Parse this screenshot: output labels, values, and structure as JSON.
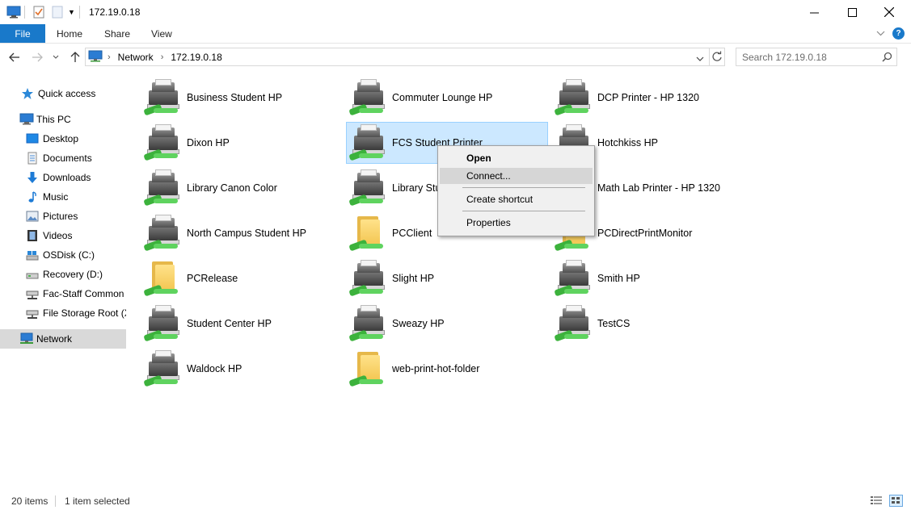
{
  "window": {
    "title": "172.19.0.18",
    "minimize_label": "—",
    "maximize_label": "☐",
    "close_label": "✕"
  },
  "ribbon": {
    "tabs": [
      "File",
      "Home",
      "Share",
      "View"
    ],
    "help_label": "?"
  },
  "address": {
    "crumbs": [
      "Network",
      "172.19.0.18"
    ],
    "search_placeholder": "Search 172.19.0.18"
  },
  "sidebar": {
    "items": [
      {
        "label": "Quick access",
        "icon": "star-icon"
      },
      {
        "label": "This PC",
        "icon": "computer-icon"
      },
      {
        "label": "Desktop",
        "icon": "desktop-icon"
      },
      {
        "label": "Documents",
        "icon": "documents-icon"
      },
      {
        "label": "Downloads",
        "icon": "download-arrow-icon"
      },
      {
        "label": "Music",
        "icon": "music-note-icon"
      },
      {
        "label": "Pictures",
        "icon": "pictures-icon"
      },
      {
        "label": "Videos",
        "icon": "film-icon"
      },
      {
        "label": "OSDisk (C:)",
        "icon": "drive-icon"
      },
      {
        "label": "Recovery (D:)",
        "icon": "drive-icon"
      },
      {
        "label": "Fac-Staff Common",
        "icon": "network-drive-icon"
      },
      {
        "label": "File Storage Root (X",
        "icon": "network-drive-icon"
      },
      {
        "label": "Network",
        "icon": "network-icon"
      }
    ]
  },
  "items": [
    {
      "label": "Business Student HP",
      "type": "printer"
    },
    {
      "label": "Commuter Lounge HP",
      "type": "printer"
    },
    {
      "label": "DCP Printer - HP 1320",
      "type": "printer"
    },
    {
      "label": "Dixon HP",
      "type": "printer"
    },
    {
      "label": "FCS Student Printer",
      "type": "printer"
    },
    {
      "label": "Hotchkiss HP",
      "type": "printer"
    },
    {
      "label": "Library Canon Color",
      "type": "printer"
    },
    {
      "label": "Library Stu",
      "type": "printer"
    },
    {
      "label": "Math Lab Printer - HP 1320",
      "type": "printer"
    },
    {
      "label": "North Campus Student HP",
      "type": "printer"
    },
    {
      "label": "PCClient",
      "type": "folder"
    },
    {
      "label": "PCDirectPrintMonitor",
      "type": "folder"
    },
    {
      "label": "PCRelease",
      "type": "folder"
    },
    {
      "label": "Slight HP",
      "type": "printer"
    },
    {
      "label": "Smith HP",
      "type": "printer"
    },
    {
      "label": "Student Center HP",
      "type": "printer"
    },
    {
      "label": "Sweazy HP",
      "type": "printer"
    },
    {
      "label": "TestCS",
      "type": "printer"
    },
    {
      "label": "Waldock HP",
      "type": "printer"
    },
    {
      "label": "web-print-hot-folder",
      "type": "folder"
    }
  ],
  "context_menu": {
    "open": "Open",
    "connect": "Connect...",
    "create_shortcut": "Create shortcut",
    "properties": "Properties"
  },
  "status": {
    "count": "20 items",
    "selection": "1 item selected"
  },
  "colors": {
    "accent": "#1979ca",
    "selection_bg": "#cce8ff",
    "selection_border": "#99d1ff"
  }
}
